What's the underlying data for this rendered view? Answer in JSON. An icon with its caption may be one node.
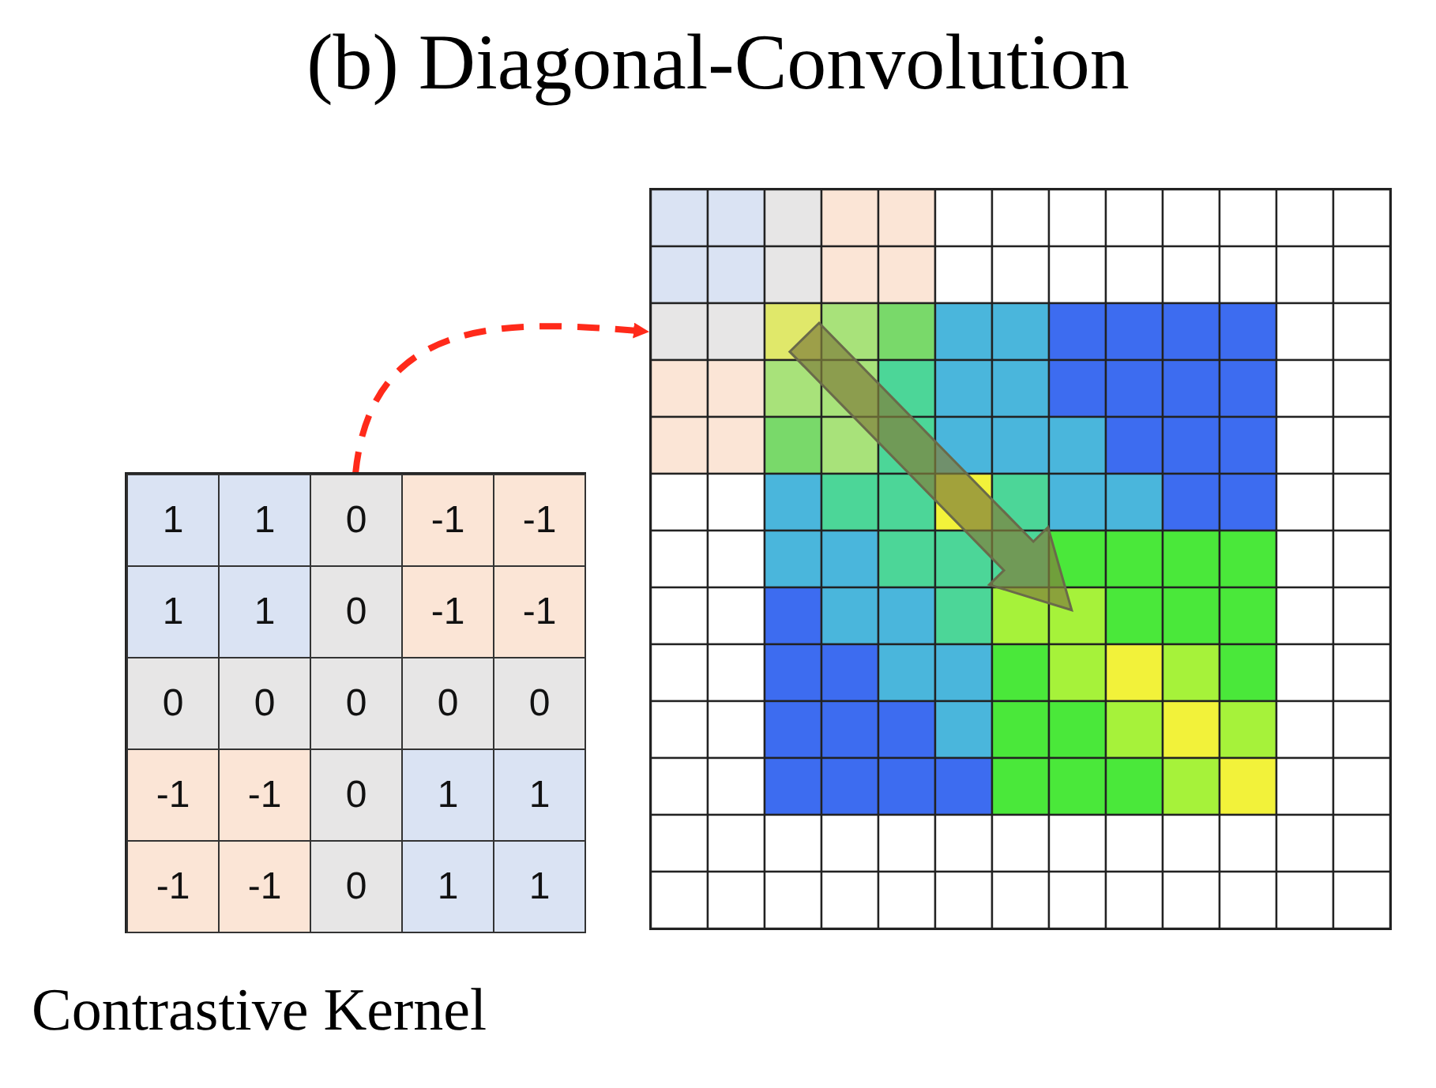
{
  "diagram": {
    "title": "(b) Diagonal-Convolution",
    "nodes": [
      {
        "text": [],
        "shape": "box",
        "beside": [
          "Contrastive Kernel"
        ]
      },
      {
        "text": [],
        "shape": "box"
      }
    ],
    "edges": [
      {
        "from": 0,
        "to": 1,
        "arrow": "to",
        "style": "dashed",
        "color": "#ff2a1a"
      }
    ],
    "labels": [
      "1",
      "1",
      "0",
      "-1",
      "-1",
      "1",
      "1",
      "0",
      "-1",
      "-1",
      "0",
      "0",
      "0",
      "0",
      "0",
      "-1",
      "-1",
      "0",
      "1",
      "1",
      "-1",
      "-1",
      "0",
      "1",
      "1"
    ]
  }
}
